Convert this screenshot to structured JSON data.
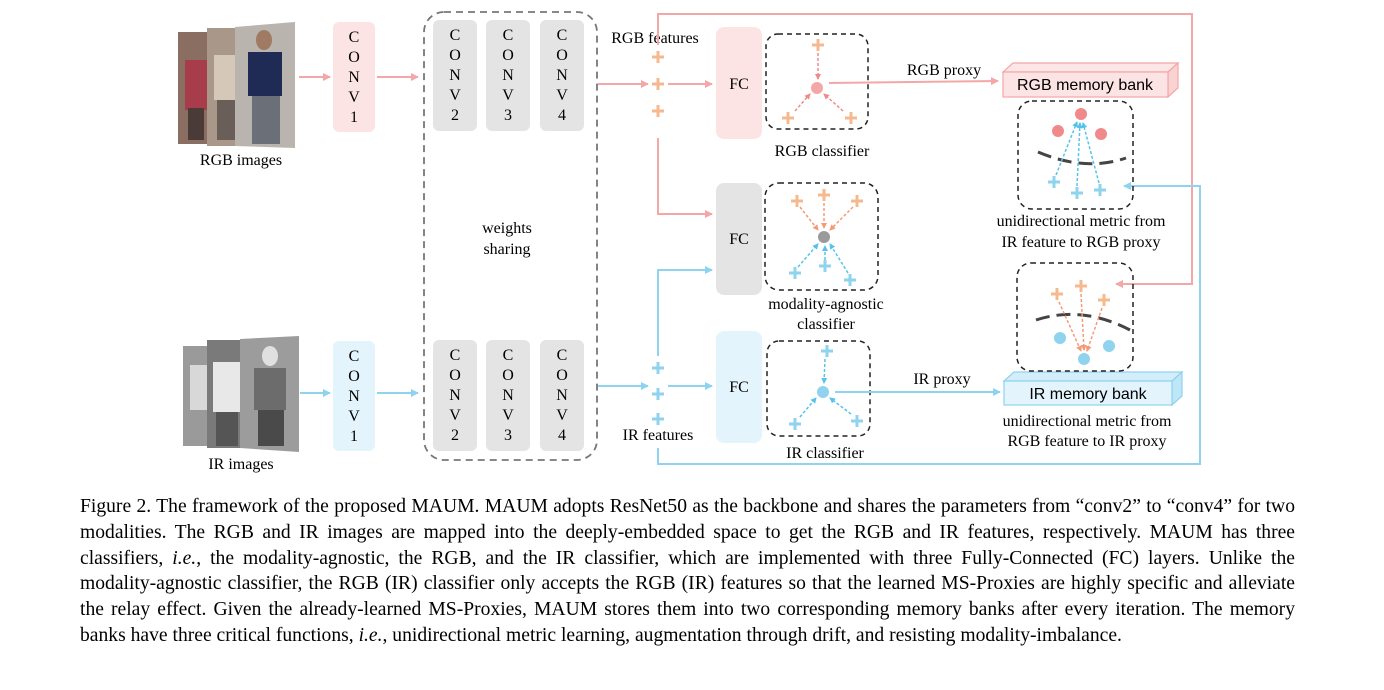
{
  "diagram": {
    "rgb_images_label": "RGB images",
    "ir_images_label": "IR images",
    "conv1_letters": [
      "C",
      "O",
      "N",
      "V",
      "1"
    ],
    "conv2_letters": [
      "C",
      "O",
      "N",
      "V",
      "2"
    ],
    "conv3_letters": [
      "C",
      "O",
      "N",
      "V",
      "3"
    ],
    "conv4_letters": [
      "C",
      "O",
      "N",
      "V",
      "4"
    ],
    "weights_sharing": [
      "weights",
      "sharing"
    ],
    "rgb_features": "RGB features",
    "ir_features": "IR features",
    "fc": "FC",
    "rgb_classifier": "RGB classifier",
    "agnostic_classifier": [
      "modality-agnostic",
      "classifier"
    ],
    "ir_classifier": "IR classifier",
    "rgb_proxy": "RGB proxy",
    "ir_proxy": "IR proxy",
    "rgb_memory_bank": "RGB memory bank",
    "ir_memory_bank": "IR memory bank",
    "metric_ir_to_rgb": [
      "unidirectional metric from",
      "IR feature to RGB proxy"
    ],
    "metric_rgb_to_ir": [
      "unidirectional metric from",
      "RGB feature to IR proxy"
    ],
    "colors": {
      "rgb": "#f4a7a8",
      "rgb_box": "#fde4e4",
      "ir": "#8fd3ee",
      "ir_box": "#e3f4fc",
      "rgb_feature_plus": "#f5b98f",
      "conv_gray": "#e4e4e4",
      "agnostic_fc": "#e4e4e4"
    }
  },
  "caption": {
    "p1": "Figure 2.  The framework of the proposed MAUM. MAUM adopts ResNet50 as the backbone and shares the parameters from “conv2” to “conv4” for two modalities.  The RGB and IR images are mapped into the deeply-embedded space to get the RGB and IR features, respectively. MAUM has three classifiers, ",
    "ie1": "i.e.",
    "p2": ", the modality-agnostic, the RGB, and the IR classifier, which are implemented with three Fully-Connected (FC) layers. Unlike the modality-agnostic classifier, the RGB (IR) classifier only accepts the RGB (IR) features so that the learned MS-Proxies are highly specific and alleviate the relay effect. Given the already-learned MS-Proxies, MAUM stores them into two corresponding memory banks after every iteration. The memory banks have three critical functions, ",
    "ie2": "i.e.",
    "p3": ", unidirectional metric learning, augmentation through drift, and resisting modality-imbalance."
  }
}
